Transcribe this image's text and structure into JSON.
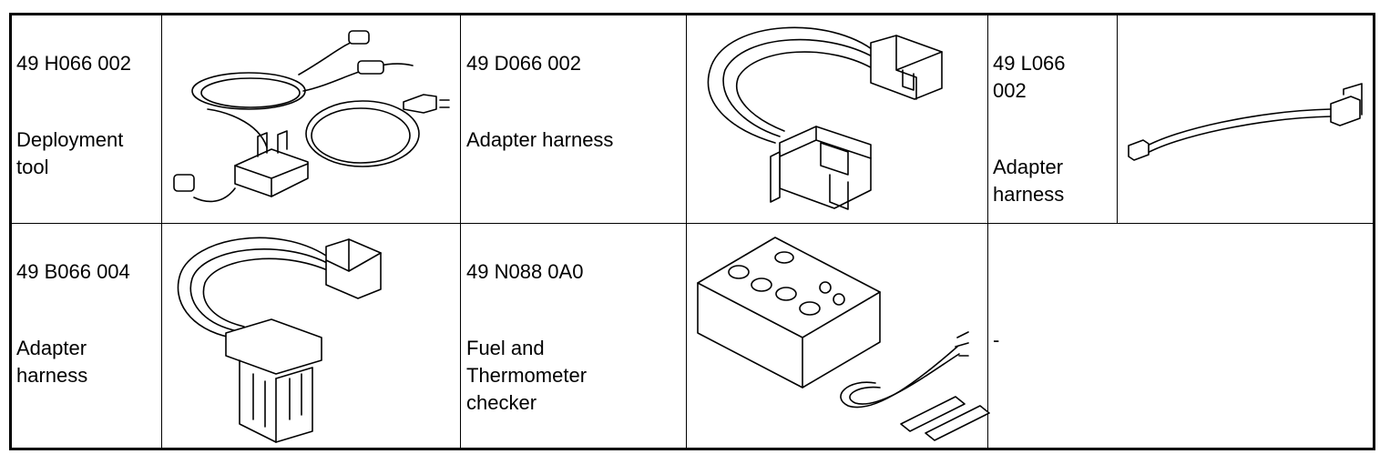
{
  "table": {
    "rows": [
      [
        {
          "part_number": "49 H066 002",
          "name": "Deployment\ntool",
          "illustration": "deployment-tool-illustration"
        },
        {
          "part_number": "49 D066 002",
          "name": "Adapter harness",
          "illustration": "adapter-harness-illustration"
        },
        {
          "part_number": "49 L066\n002",
          "name": "Adapter\nharness",
          "illustration": "adapter-harness-illustration"
        }
      ],
      [
        {
          "part_number": "49 B066 004",
          "name": "Adapter\nharness",
          "illustration": "adapter-harness-illustration"
        },
        {
          "part_number": "49 N088 0A0",
          "name": "Fuel and\nThermometer\nchecker",
          "illustration": "fuel-thermometer-checker-illustration"
        },
        {
          "placeholder": "-"
        }
      ]
    ]
  }
}
